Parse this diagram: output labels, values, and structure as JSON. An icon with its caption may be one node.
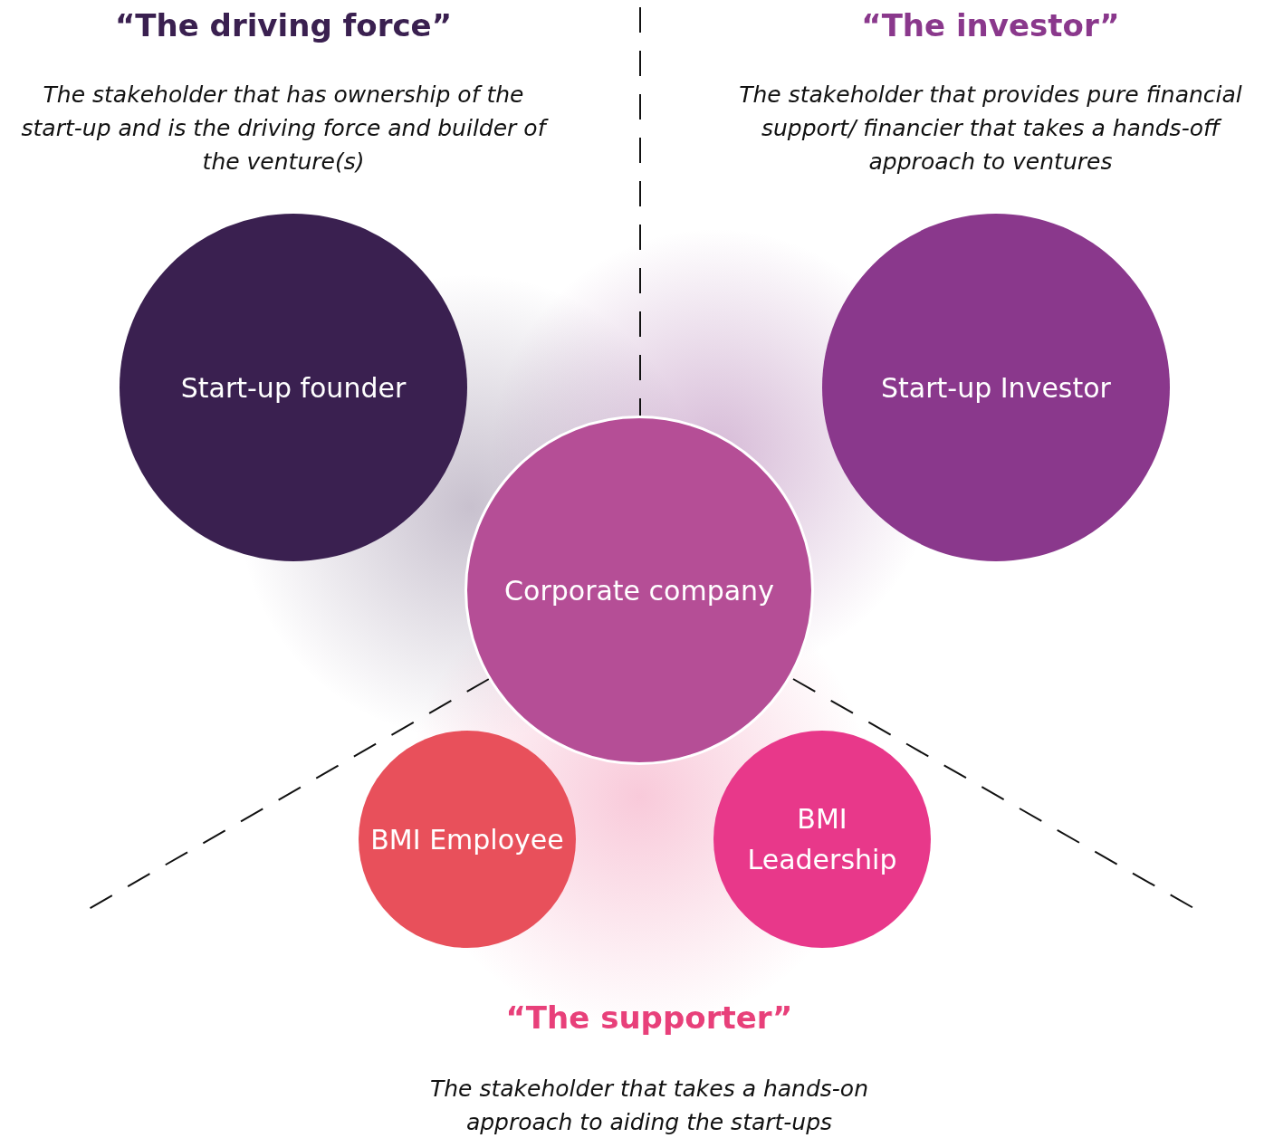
{
  "diagram": {
    "nodes": [
      {
        "text": [
          "Start-up founder"
        ]
      },
      {
        "text": [
          "Start-up Investor"
        ]
      },
      {
        "text": [
          "Corporate company"
        ]
      },
      {
        "text": [
          "BMI Employee"
        ]
      },
      {
        "text": [
          "BMI Leadership"
        ]
      }
    ],
    "labels": [
      "“The driving force”",
      "The stakeholder that has ownership of the start-up and is the driving force and builder of the venture(s)",
      "“The investor”",
      "The stakeholder that provides pure financial support/ financier that takes a hands-off approach to ventures",
      "“The supporter”",
      "The stakeholder that takes a hands-on approach to aiding the start-ups"
    ]
  }
}
